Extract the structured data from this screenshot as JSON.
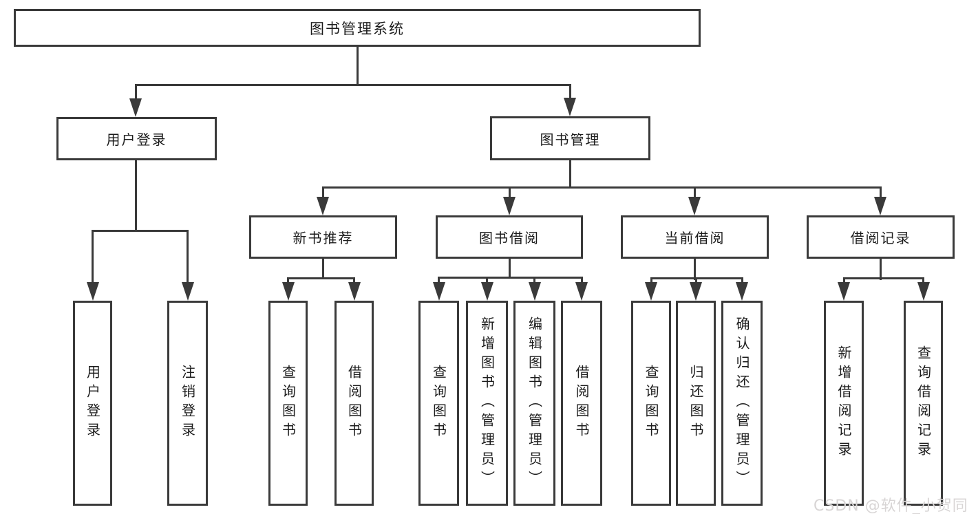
{
  "diagram_title": "图书管理系统",
  "nodes": {
    "root": "图书管理系统",
    "user_login": "用户登录",
    "book_mgmt": "图书管理",
    "new_book_rec": "新书推荐",
    "book_borrow": "图书借阅",
    "current_borrow": "当前借阅",
    "borrow_records": "借阅记录",
    "leaf_user_login": "用户登录",
    "leaf_logout": "注销登录",
    "leaf_query_book_rec": "查询图书",
    "leaf_borrow_book_rec": "借阅图书",
    "leaf_query_book_borrow": "查询图书",
    "leaf_add_book_admin": "新增图书（管理员）",
    "leaf_edit_book_admin": "编辑图书（管理员）",
    "leaf_borrow_book_borrow": "借阅图书",
    "leaf_query_book_current": "查询图书",
    "leaf_return_book": "归还图书",
    "leaf_confirm_return_admin": "确认归还（管理员）",
    "leaf_add_borrow_record": "新增借阅记录",
    "leaf_query_borrow_record": "查询借阅记录"
  },
  "hierarchy": {
    "图书管理系统": {
      "用户登录": [
        "用户登录",
        "注销登录"
      ],
      "图书管理": {
        "新书推荐": [
          "查询图书",
          "借阅图书"
        ],
        "图书借阅": [
          "查询图书",
          "新增图书（管理员）",
          "编辑图书（管理员）",
          "借阅图书"
        ],
        "当前借阅": [
          "查询图书",
          "归还图书",
          "确认归还（管理员）"
        ],
        "借阅记录": [
          "新增借阅记录",
          "查询借阅记录"
        ]
      }
    }
  },
  "watermark": {
    "text": "CSDN @软件_小贺同学"
  },
  "colors": {
    "line": "#3a3a3a",
    "box_border": "#3a3a3a",
    "text": "#1c1c1c",
    "watermark": "#d8d5d5",
    "background": "#ffffff"
  }
}
